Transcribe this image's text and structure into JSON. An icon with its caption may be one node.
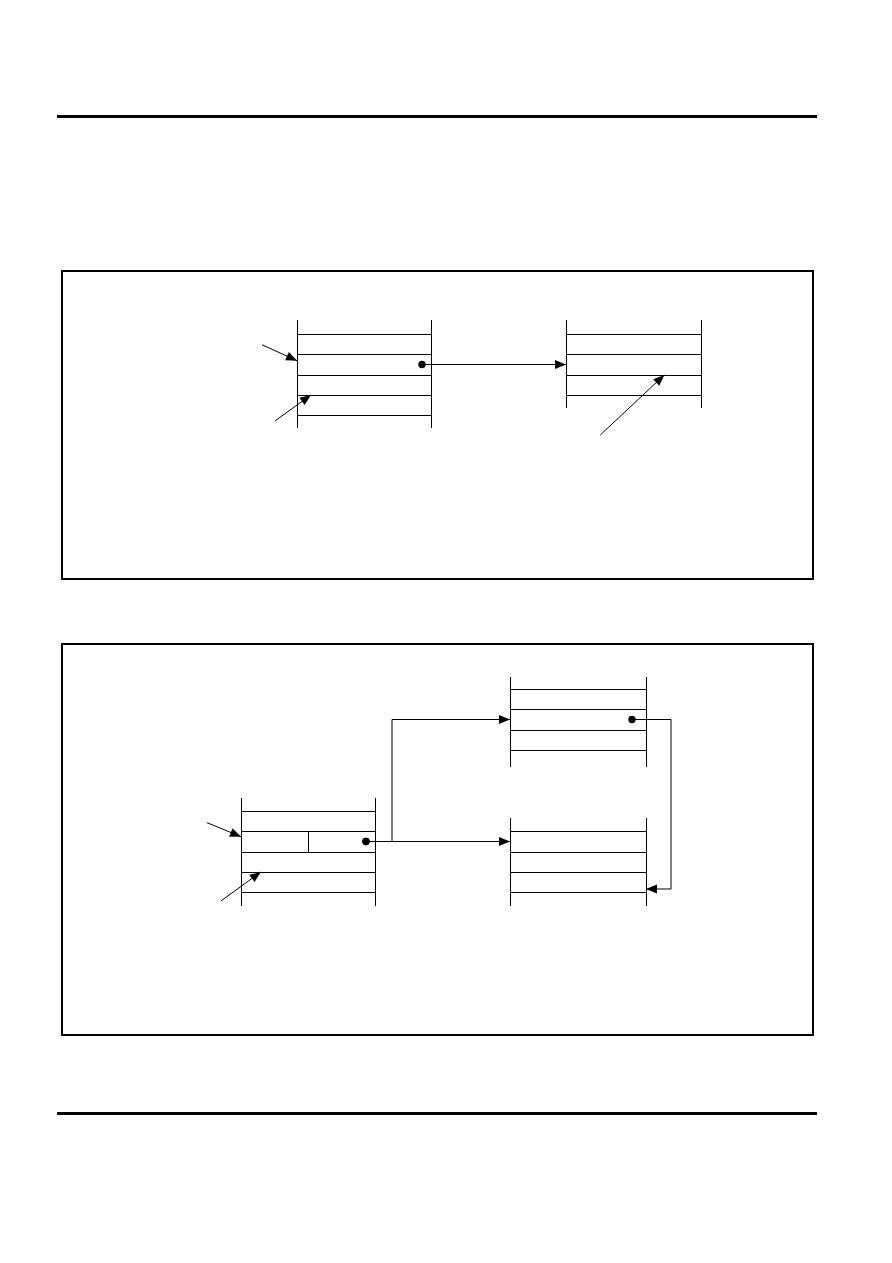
{
  "diagram": {
    "nodes": [
      {
        "text": [],
        "shape": "box"
      },
      {
        "text": [],
        "shape": "box",
        "in": 0
      },
      {
        "text": [],
        "shape": "box",
        "in": 0
      },
      {
        "text": [],
        "shape": "box",
        "in": 0
      },
      {
        "text": [],
        "shape": "box",
        "in": 0
      },
      {
        "text": [],
        "shape": "box",
        "in": 0
      },
      {
        "text": [],
        "shape": "box",
        "in": 0
      },
      {
        "text": [],
        "shape": "box",
        "in": 0
      },
      {
        "text": [],
        "shape": "box"
      },
      {
        "text": [],
        "shape": "box",
        "in": 8
      },
      {
        "text": [],
        "shape": "box",
        "in": 8
      },
      {
        "text": [],
        "shape": "box",
        "in": 8
      },
      {
        "text": [],
        "shape": "box",
        "in": 8
      },
      {
        "text": [],
        "shape": "box",
        "in": 8
      },
      {
        "text": [],
        "shape": "box",
        "in": 8
      },
      {
        "text": [],
        "shape": "box",
        "in": 8
      },
      {
        "text": [],
        "shape": "box",
        "in": 8
      },
      {
        "text": [],
        "shape": "box",
        "in": 8
      },
      {
        "text": [],
        "shape": "box",
        "in": 8
      },
      {
        "text": [],
        "shape": "box",
        "in": 8
      }
    ],
    "edges": [
      {
        "from": null,
        "to": 2,
        "arrow": "to"
      },
      {
        "from": null,
        "to": 3,
        "arrow": "to"
      },
      {
        "from": 2,
        "to": 6,
        "arrow": "to"
      },
      {
        "from": null,
        "to": 6,
        "arrow": "to"
      },
      {
        "from": null,
        "to": 10,
        "arrow": "to"
      },
      {
        "from": null,
        "to": 12,
        "arrow": "to"
      },
      {
        "from": 11,
        "to": 15,
        "arrow": "to"
      },
      {
        "from": 11,
        "to": 17,
        "arrow": "to"
      },
      {
        "from": 15,
        "to": 19,
        "arrow": "to"
      }
    ]
  }
}
